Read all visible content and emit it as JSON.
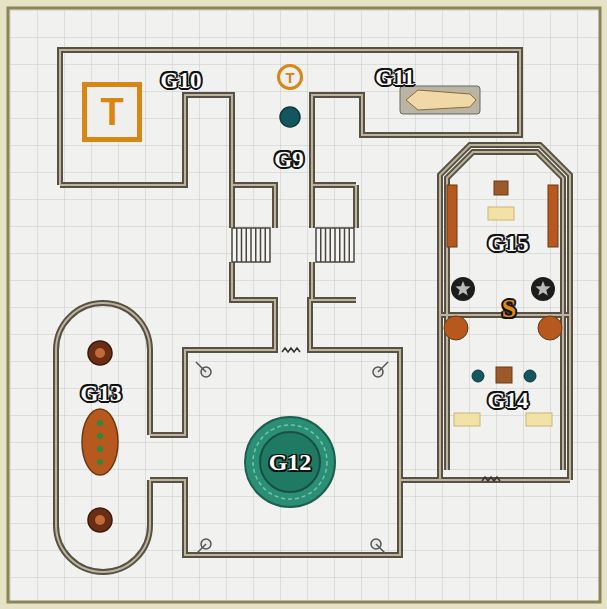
{
  "diagram": {
    "nodes": [
      {
        "text": [
          "T"
        ]
      },
      {
        "text": [
          "T"
        ]
      },
      {
        "text": [
          "G12"
        ]
      }
    ],
    "labels": [
      "G10",
      "G11",
      "G9",
      "G15",
      "S",
      "G14",
      "G13"
    ]
  }
}
